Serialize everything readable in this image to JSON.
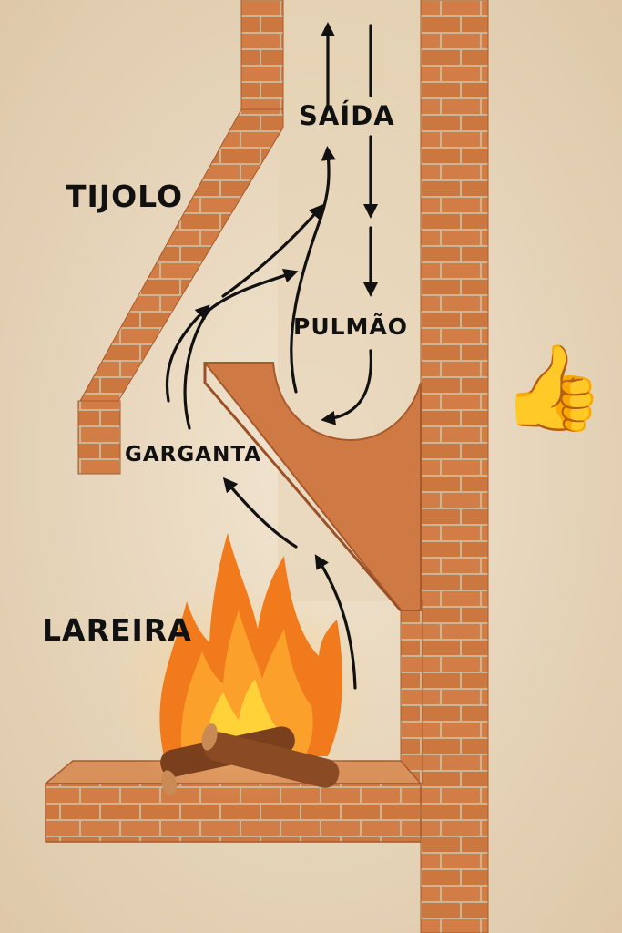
{
  "labels": {
    "tijolo": "TIJOLO",
    "saida": "SAÍDA",
    "pulmao": "PULMÃO",
    "garganta": "GARGANTA",
    "lareira": "LAREIRA"
  },
  "emoji": "👍",
  "colors": {
    "background": "#ecdcc3",
    "brick": "#d27d45",
    "brick_dark": "#a85a2c",
    "mortar": "#c9b697",
    "arrow": "#111111",
    "flame_outer": "#f07a1c",
    "flame_inner": "#ffd23a",
    "log": "#7a3f1d"
  }
}
